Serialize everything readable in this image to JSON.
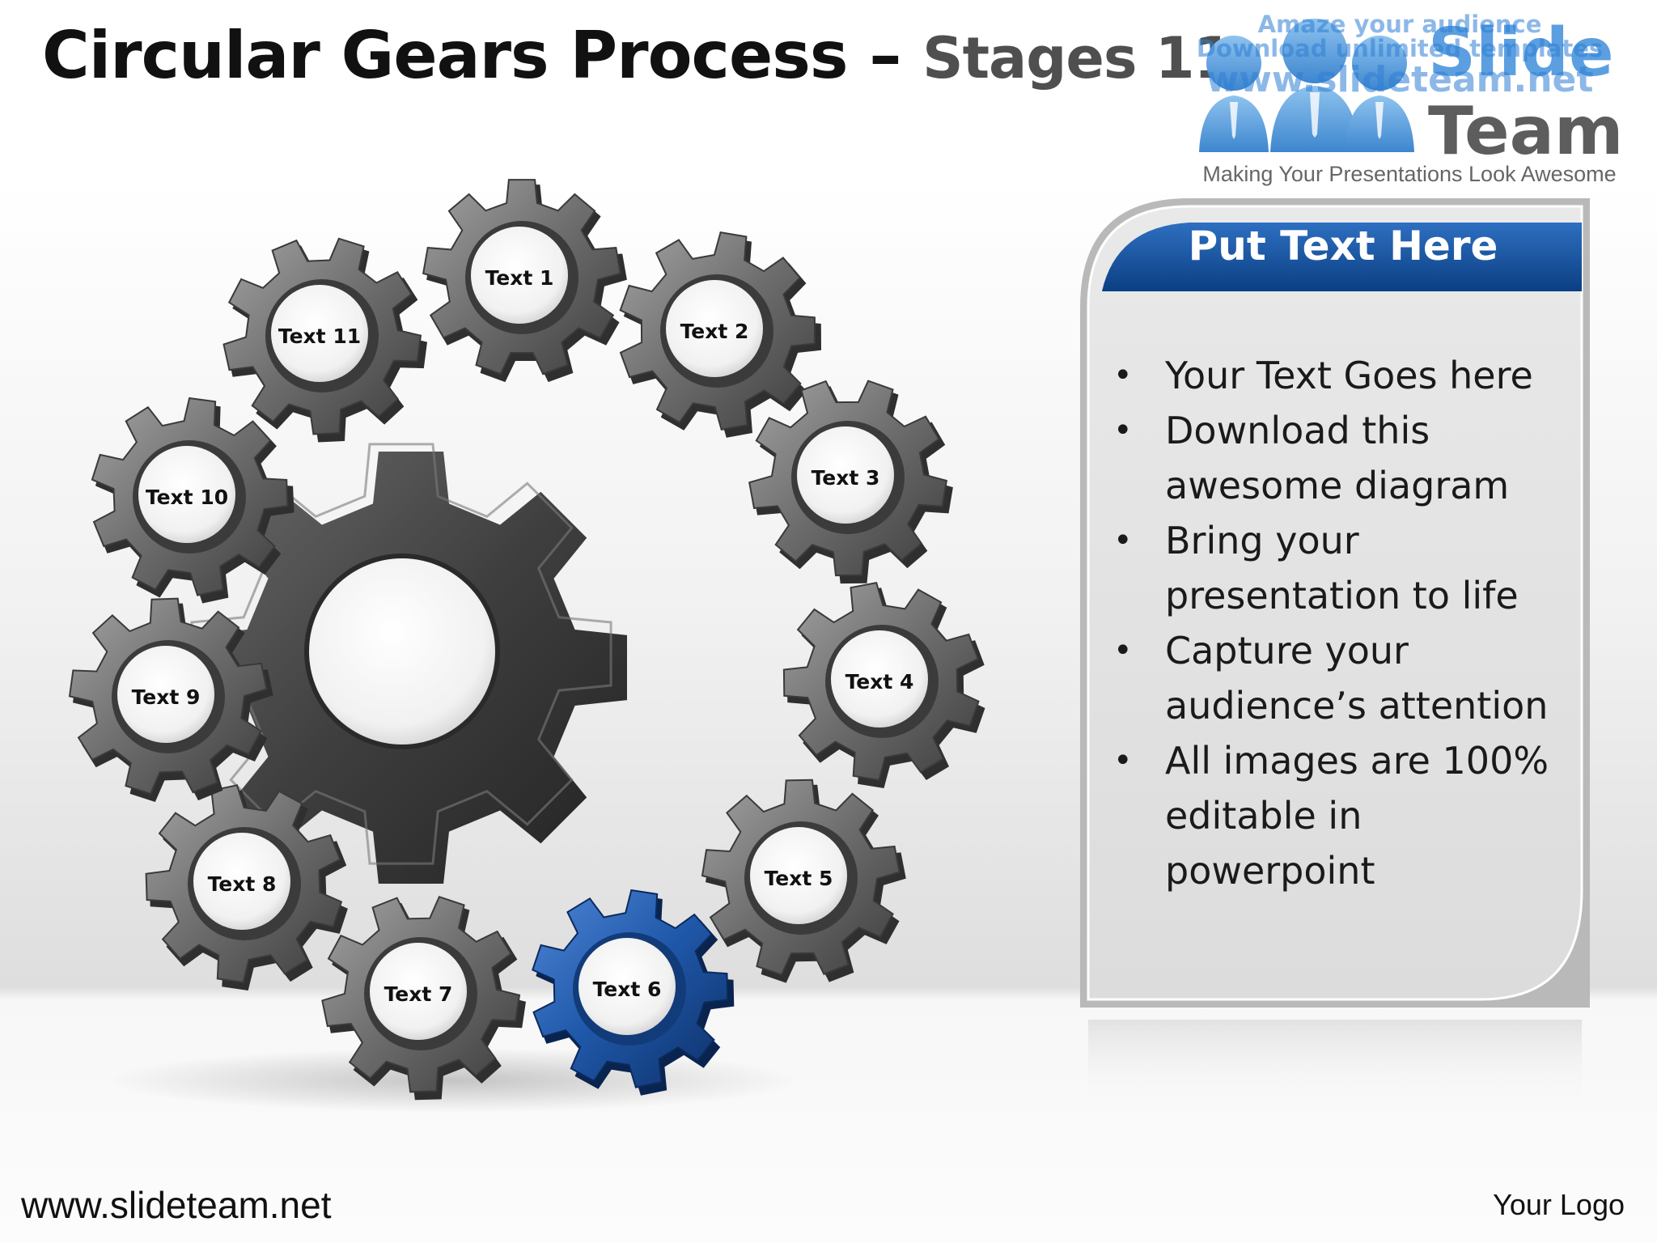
{
  "slide": {
    "title_main": "Circular Gears Process – ",
    "title_sub": "Stages 11"
  },
  "logo": {
    "word1": "Slide",
    "word2": "Team",
    "tagline": "Making Your Presentations Look Awesome"
  },
  "watermark": {
    "line1": "Amaze your audience",
    "line2": "Download unlimited templates",
    "line3": "www.slideteam.net"
  },
  "gears": [
    {
      "label": "Text 1"
    },
    {
      "label": "Text 2"
    },
    {
      "label": "Text 3"
    },
    {
      "label": "Text 4"
    },
    {
      "label": "Text 5"
    },
    {
      "label": "Text 6"
    },
    {
      "label": "Text 7"
    },
    {
      "label": "Text 8"
    },
    {
      "label": "Text 9"
    },
    {
      "label": "Text 10"
    },
    {
      "label": "Text 11"
    }
  ],
  "colors": {
    "gear_gray": "#6e6e6e",
    "gear_highlight": "#1f57a8",
    "center_gear": "#3e3e3e",
    "panel_header": "#0e4c99"
  },
  "panel": {
    "header": "Put Text Here",
    "bullets": [
      "Your Text Goes here",
      "Download this awesome diagram",
      "Bring your presentation to life",
      "Capture your audience’s attention",
      "All images are 100% editable in powerpoint"
    ]
  },
  "footer": {
    "url": "www.slideteam.net",
    "logo_text": "Your Logo"
  }
}
